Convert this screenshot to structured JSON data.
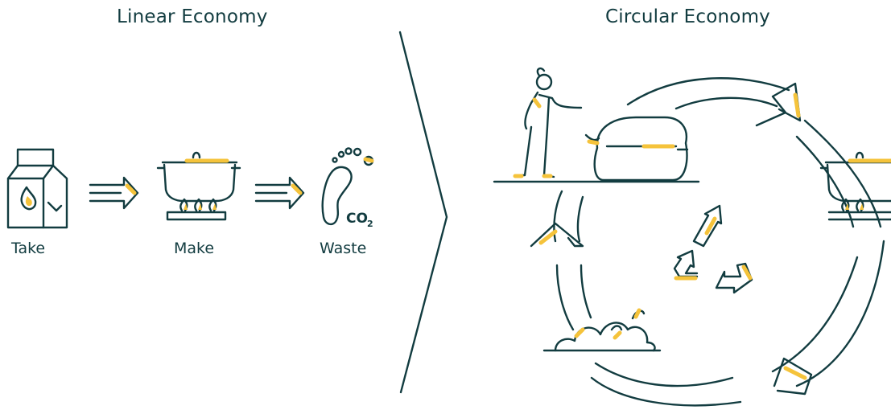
{
  "diagram": {
    "linear": {
      "title": "Linear Economy",
      "steps": [
        {
          "label": "Take",
          "icon": "fuel-bag-icon"
        },
        {
          "label": "Make",
          "icon": "cooking-pot-on-stove-icon"
        },
        {
          "label": "Waste",
          "icon": "carbon-footprint-icon"
        }
      ],
      "co2_text": "CO",
      "co2_subscript": "2"
    },
    "circular": {
      "title": "Circular Economy",
      "stages": [
        {
          "icon": "person-with-waste-sack-icon"
        },
        {
          "icon": "cooking-pot-on-stove-icon"
        },
        {
          "icon": "compost-pile-icon"
        },
        {
          "icon": "recycle-arrows-icon"
        }
      ]
    }
  },
  "colors": {
    "line": "#123c40",
    "accent": "#f5c33b",
    "background": "#ffffff"
  }
}
